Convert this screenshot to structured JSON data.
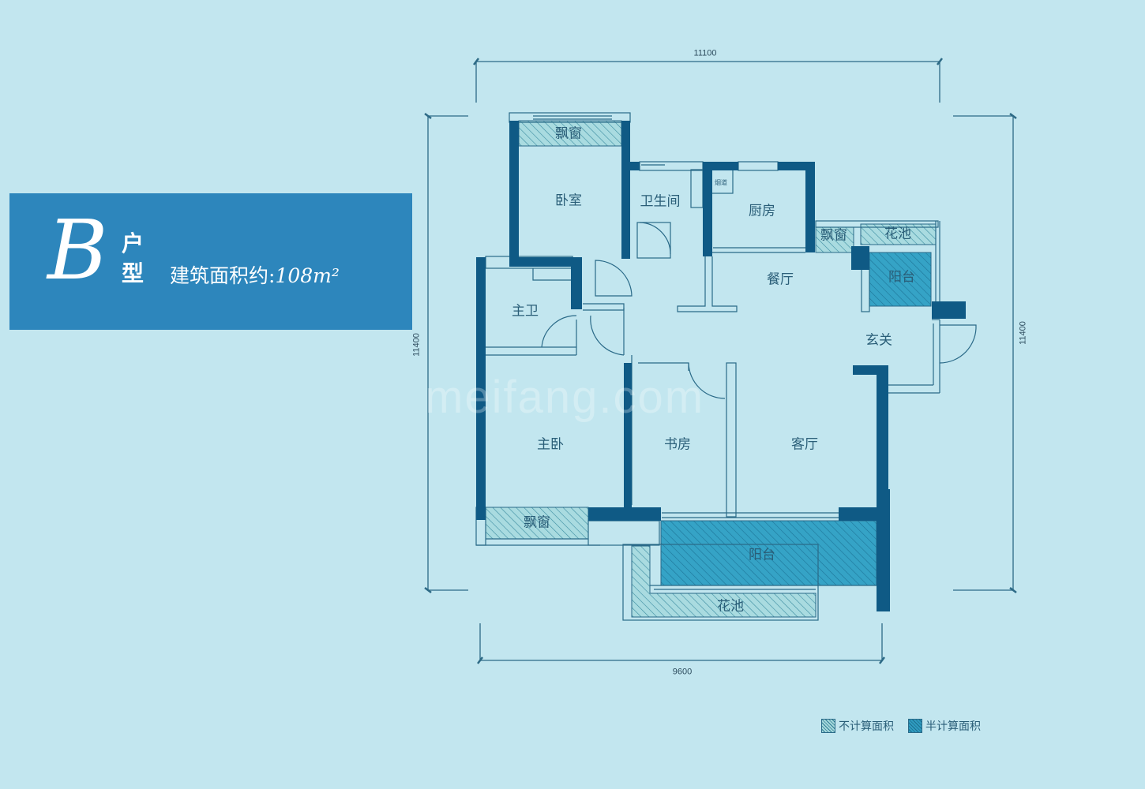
{
  "banner": {
    "unit_letter": "B",
    "unit_word_1": "户",
    "unit_word_2": "型",
    "area_label": "建筑面积约:",
    "area_value": "108m²",
    "color": "#2d86bc"
  },
  "dimensions": {
    "top_width": "11100",
    "bottom_width": "9600",
    "left_height": "11400",
    "right_height": "11400"
  },
  "rooms": {
    "bedroom": "卧室",
    "bay_window_top": "飘窗",
    "bathroom": "卫生间",
    "flue": "烟道",
    "kitchen": "厨房",
    "bay_window_kitchen": "飘窗",
    "flower_bed_top": "花池",
    "balcony_small": "阳台",
    "dining": "餐厅",
    "foyer": "玄关",
    "master_bath": "主卫",
    "master_bedroom": "主卧",
    "study": "书房",
    "living": "客厅",
    "bay_window_bottom": "飘窗",
    "balcony_large": "阳台",
    "flower_bed_bottom": "花池"
  },
  "legend": {
    "not_counted": "不计算面积",
    "half_counted": "半计算面积"
  },
  "watermark": "meifang.com",
  "colors": {
    "background": "#c2e6ef",
    "wall": "#0f5a85",
    "line": "#2a6a88",
    "half_area": "#2f9cc0"
  }
}
